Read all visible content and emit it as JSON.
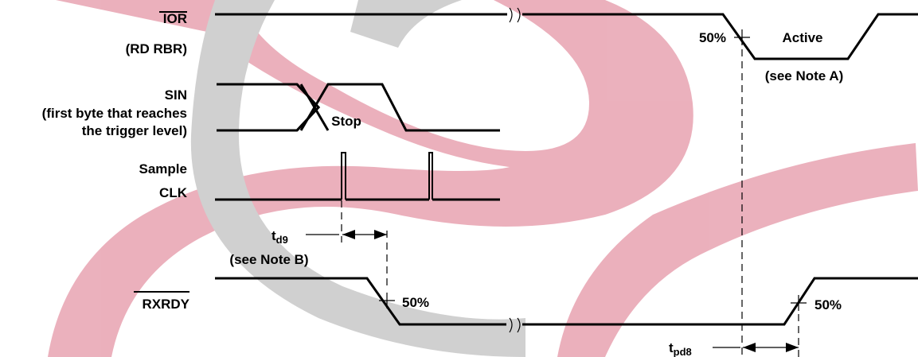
{
  "signals": {
    "ior": {
      "name": "IOR",
      "sub": "(RD RBR)",
      "active": "Active",
      "note": "(see Note A)",
      "threshold": "50%"
    },
    "sin": {
      "name": "SIN",
      "sub1": "(first byte that reaches",
      "sub2": "the trigger level)",
      "stop": "Stop"
    },
    "sample": {
      "line1": "Sample",
      "line2": "CLK"
    },
    "rxrdy": {
      "name": "RXRDY",
      "threshold_fall": "50%",
      "threshold_rise": "50%"
    }
  },
  "timing": {
    "td9": {
      "main": "t",
      "sub": "d9",
      "note": "(see Note B)"
    },
    "tpd8": {
      "main": "t",
      "sub": "pd8"
    }
  },
  "colors": {
    "watermark_red": "#e8a3b1",
    "watermark_gray": "#c8c8c8",
    "ink": "#000000"
  }
}
